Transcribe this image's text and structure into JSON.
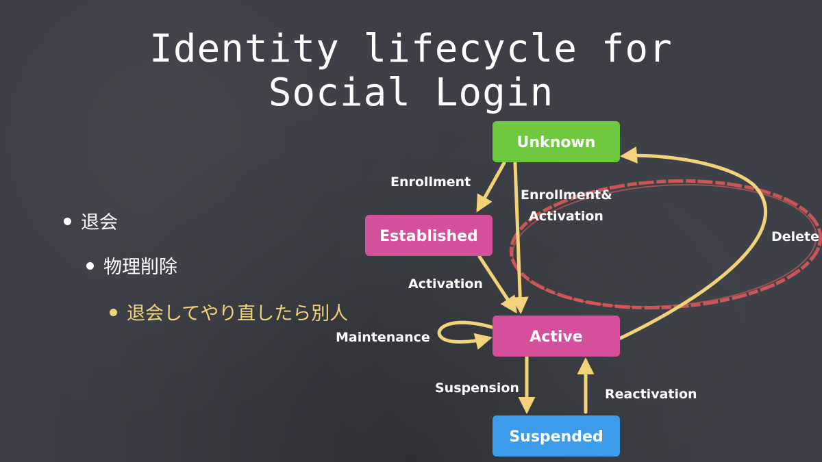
{
  "title": {
    "line1": "Identity lifecycle for",
    "line2": "Social Login"
  },
  "bullets": [
    {
      "text": "退会",
      "color": "#ffffff"
    },
    {
      "text": "物理削除",
      "color": "#ffffff"
    },
    {
      "text": "退会してやり直したら別人",
      "color": "#f2d37a"
    }
  ],
  "diagram": {
    "nodes": {
      "unknown": {
        "label": "Unknown",
        "color": "#6ec93f"
      },
      "established": {
        "label": "Established",
        "color": "#d4509a"
      },
      "active": {
        "label": "Active",
        "color": "#d4509a"
      },
      "suspended": {
        "label": "Suspended",
        "color": "#3d9bec"
      }
    },
    "edges": {
      "enrollment": "Enrollment",
      "enrollment_activation_1": "Enrollment&",
      "enrollment_activation_2": "Activation",
      "activation": "Activation",
      "maintenance": "Maintenance",
      "suspension": "Suspension",
      "reactivation": "Reactivation",
      "delete": "Delete"
    },
    "arrow_color": "#f2d37a",
    "highlight_color": "#e05a5a"
  }
}
